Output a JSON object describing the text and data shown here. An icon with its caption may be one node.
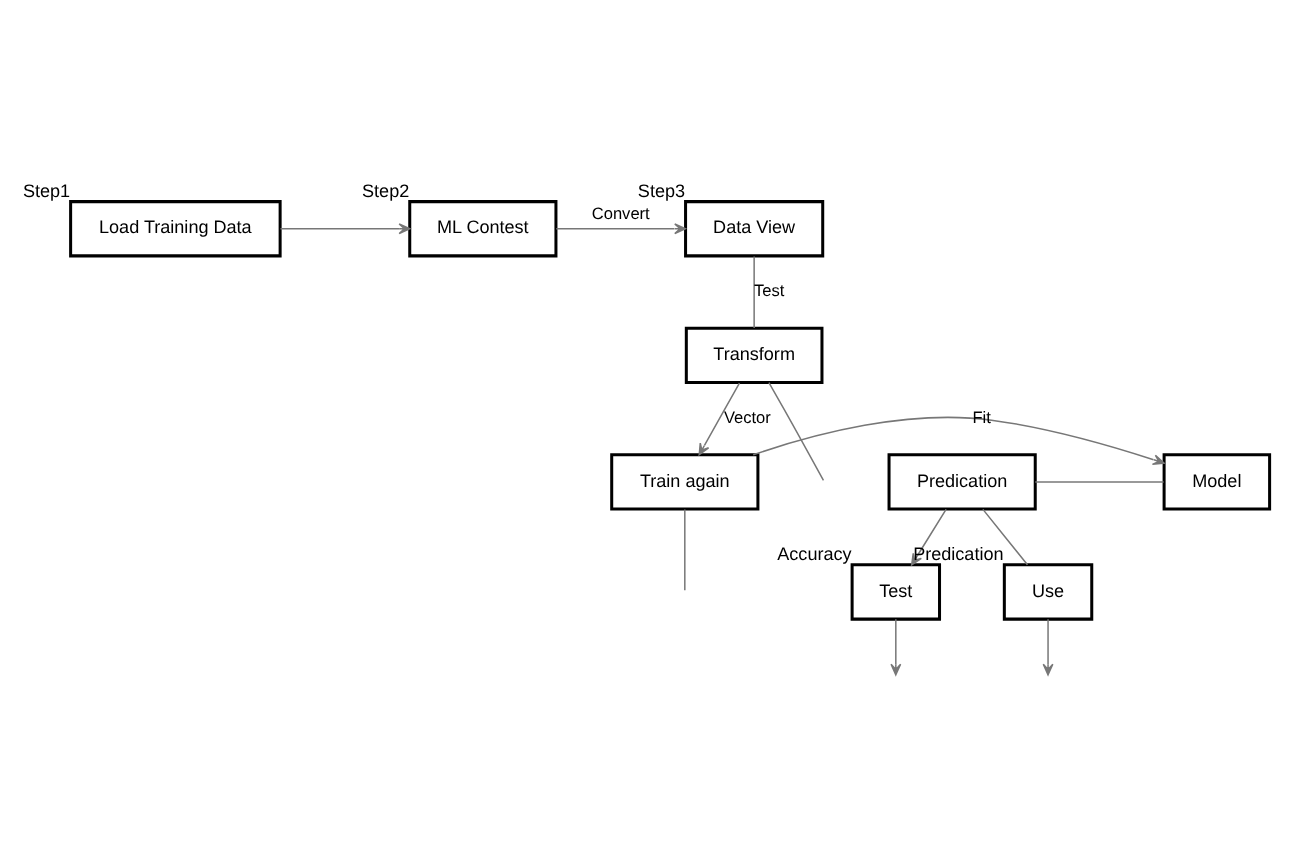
{
  "diagram": {
    "nodes": [
      {
        "text": [
          "Load Training Data"
        ],
        "beside": [
          "Step1"
        ]
      },
      {
        "text": [
          "ML Contest"
        ],
        "beside": [
          "Step2"
        ]
      },
      {
        "text": [
          "Data View"
        ],
        "beside": [
          "Step3"
        ]
      },
      {
        "text": [
          "Transform"
        ]
      },
      {
        "text": [
          "Train again"
        ]
      },
      {
        "text": [
          "Model"
        ]
      },
      {
        "text": [
          "Predication"
        ]
      },
      {
        "text": [
          "Test"
        ],
        "beside": [
          "Accuracy"
        ]
      },
      {
        "text": [
          "Use"
        ],
        "beside": [
          "Predication"
        ]
      }
    ],
    "edges": [
      {
        "from": 0,
        "to": 1,
        "arrow": "to"
      },
      {
        "from": 1,
        "to": 2,
        "arrow": "to",
        "label": "Convert"
      },
      {
        "from": 2,
        "to": 3,
        "arrow": "none",
        "label": "Test"
      },
      {
        "from": 3,
        "to": 4,
        "arrow": "to",
        "label": "Vector"
      },
      {
        "from": 4,
        "to": 5,
        "arrow": "to",
        "label": "Fit"
      },
      {
        "from": 6,
        "to": 5,
        "arrow": "none"
      },
      {
        "from": 6,
        "to": 7,
        "arrow": "to"
      },
      {
        "from": 6,
        "to": 8,
        "arrow": "none"
      },
      {
        "from": 7,
        "to": null,
        "arrow": "to"
      },
      {
        "from": 8,
        "to": null,
        "arrow": "to"
      },
      {
        "from": 3,
        "to": null,
        "arrow": "none"
      },
      {
        "from": 4,
        "to": null,
        "arrow": "none"
      }
    ]
  }
}
